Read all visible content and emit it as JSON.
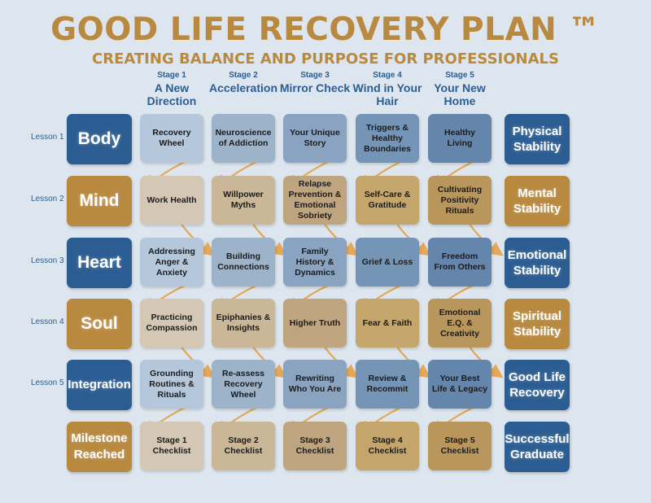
{
  "title": "GOOD LIFE RECOVERY PLAN ™",
  "subtitle": "CREATING BALANCE AND PURPOSE FOR PROFESSIONALS",
  "colors": {
    "blue": "#2c5d92",
    "gold": "#b8893f",
    "background": "#dde6ee",
    "arrow": "#e3a85a"
  },
  "stages": [
    {
      "num": "Stage 1",
      "name": "A New Direction"
    },
    {
      "num": "Stage 2",
      "name": "Acceleration"
    },
    {
      "num": "Stage 3",
      "name": "Mirror Check"
    },
    {
      "num": "Stage 4",
      "name": "Wind in Your Hair"
    },
    {
      "num": "Stage 5",
      "name": "Your New Home"
    }
  ],
  "rows": [
    {
      "lesson": "Lesson 1",
      "left": "Body",
      "right": "Physical Stability",
      "cells": [
        "Recovery Wheel",
        "Neuroscience of Addiction",
        "Your Unique Story",
        "Triggers & Healthy Boundaries",
        "Healthy Living"
      ]
    },
    {
      "lesson": "Lesson 2",
      "left": "Mind",
      "right": "Mental Stability",
      "cells": [
        "Work Health",
        "Willpower Myths",
        "Relapse Prevention & Emotional Sobriety",
        "Self-Care & Gratitude",
        "Cultivating Positivity Rituals"
      ]
    },
    {
      "lesson": "Lesson 3",
      "left": "Heart",
      "right": "Emotional Stability",
      "cells": [
        "Addressing Anger & Anxiety",
        "Building Connections",
        "Family History & Dynamics",
        "Grief & Loss",
        "Freedom From Others"
      ]
    },
    {
      "lesson": "Lesson 4",
      "left": "Soul",
      "right": "Spiritual Stability",
      "cells": [
        "Practicing Compassion",
        "Epiphanies & Insights",
        "Higher Truth",
        "Fear & Faith",
        "Emotional E.Q. & Creativity"
      ]
    },
    {
      "lesson": "Lesson 5",
      "left": "Integration",
      "right": "Good Life Recovery",
      "cells": [
        "Grounding Routines & Rituals",
        "Re-assess Recovery Wheel",
        "Rewriting Who You Are",
        "Review & Recommit",
        "Your Best Life & Legacy"
      ]
    },
    {
      "lesson": "",
      "left": "Milestone Reached",
      "right": "Successful Graduate",
      "cells": [
        "Stage 1 Checklist",
        "Stage 2 Checklist",
        "Stage 3 Checklist",
        "Stage 4 Checklist",
        "Stage 5 Checklist"
      ]
    }
  ]
}
